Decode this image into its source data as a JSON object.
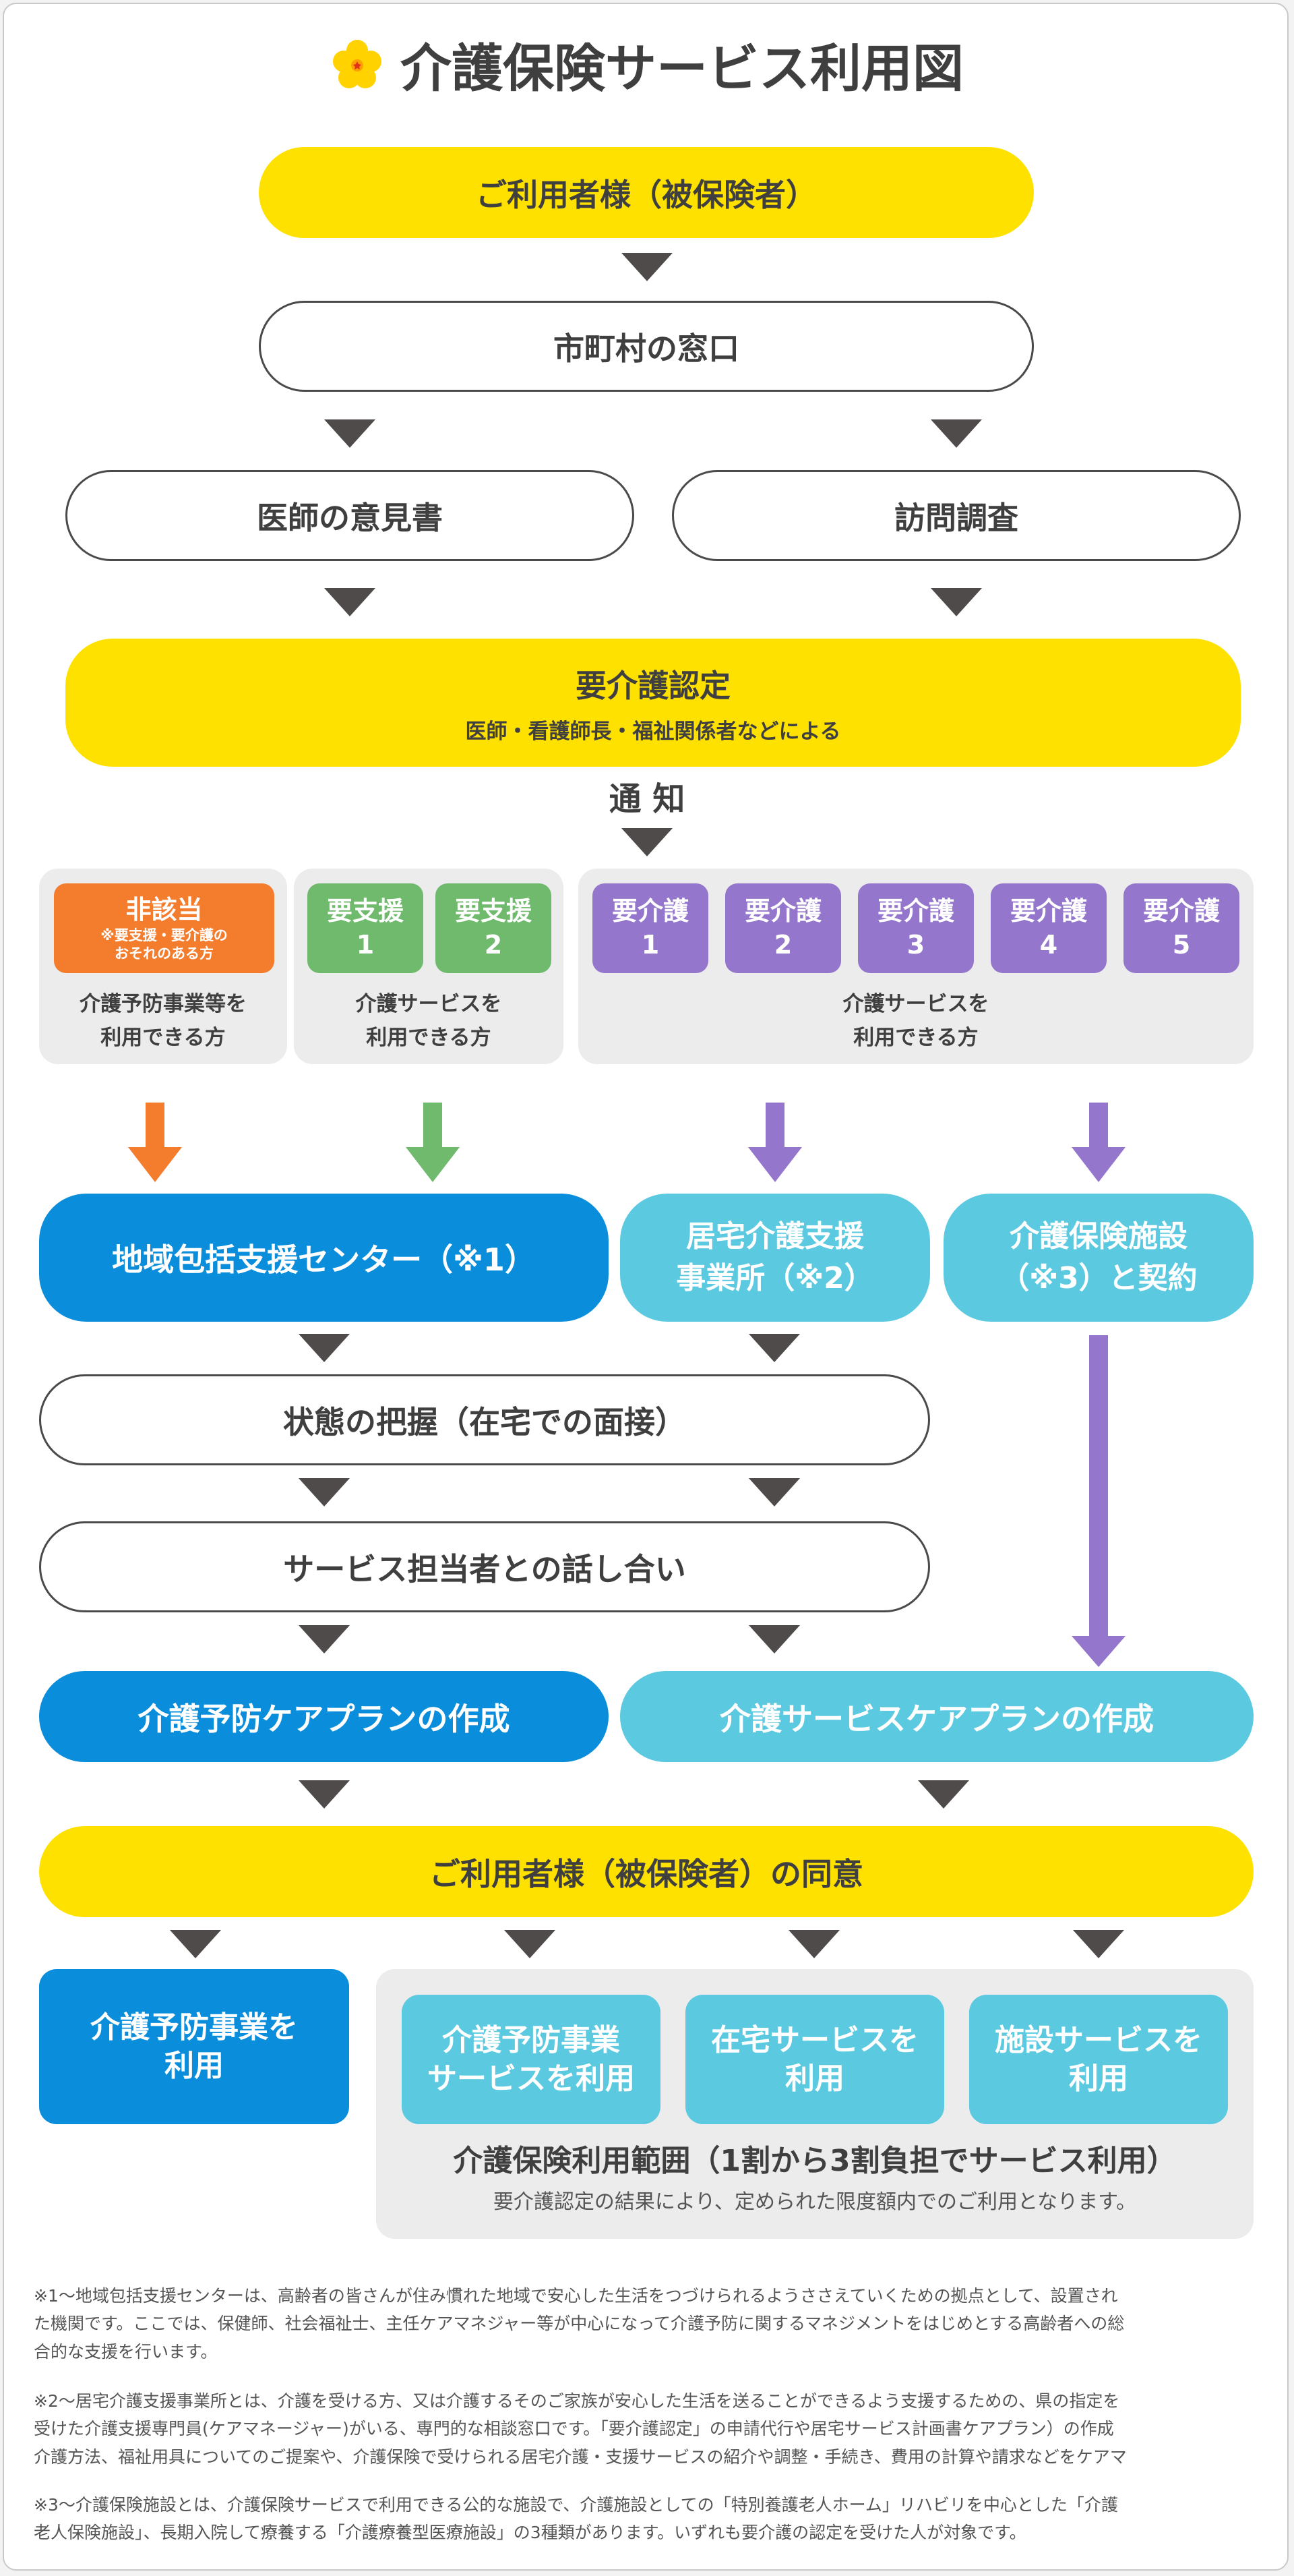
{
  "title": "介護保険サービス利用図",
  "colors": {
    "yellow": "#ffe100",
    "blue": "#0a8ddb",
    "cyan": "#5bc9df",
    "green": "#6fba6c",
    "purple": "#9477cd",
    "orange": "#f47c2d",
    "arrow": "#4e4b4a"
  },
  "flow": {
    "user": "ご利用者様（被保険者）",
    "municipality": "市町村の窓口",
    "doctor_opinion": "医師の意見書",
    "visit_survey": "訪問調査",
    "certification": "要介護認定",
    "certification_sub": "医師・看護師長・福祉関係者などによる",
    "notice": "通 知"
  },
  "levels": {
    "non_applicable": {
      "title": "非該当",
      "sub1": "※要支援・要介護の",
      "sub2": "おそれのある方",
      "desc1": "介護予防事業等を",
      "desc2": "利用できる方"
    },
    "support": {
      "items": [
        {
          "l1": "要支援",
          "l2": "1"
        },
        {
          "l1": "要支援",
          "l2": "2"
        }
      ],
      "desc1": "介護サービスを",
      "desc2": "利用できる方"
    },
    "care": {
      "items": [
        {
          "l1": "要介護",
          "l2": "1"
        },
        {
          "l1": "要介護",
          "l2": "2"
        },
        {
          "l1": "要介護",
          "l2": "3"
        },
        {
          "l1": "要介護",
          "l2": "4"
        },
        {
          "l1": "要介護",
          "l2": "5"
        }
      ],
      "desc1": "介護サービスを",
      "desc2": "利用できる方"
    }
  },
  "providers": {
    "center": "地域包括支援センター（※1）",
    "home_care_l1": "居宅介護支援",
    "home_care_l2": "事業所（※2）",
    "facility_l1": "介護保険施設",
    "facility_l2": "（※3）と契約"
  },
  "steps": {
    "assessment": "状態の把握（在宅での面接）",
    "meeting": "サービス担当者との話し合い",
    "prevention_plan": "介護予防ケアプランの作成",
    "care_plan": "介護サービスケアプランの作成",
    "consent": "ご利用者様（被保険者）の同意"
  },
  "usage": {
    "prevention_project_l1": "介護予防事業を",
    "prevention_project_l2": "利用",
    "prev_service_l1": "介護予防事業",
    "prev_service_l2": "サービスを利用",
    "home_service_l1": "在宅サービスを",
    "home_service_l2": "利用",
    "facility_service_l1": "施設サービスを",
    "facility_service_l2": "利用",
    "range_title": "介護保険利用範囲（1割から3割負担でサービス利用）",
    "range_sub": "要介護認定の結果により、定められた限度額内でのご利用となります。"
  },
  "notes": [
    {
      "l1": "※1〜地域包括支援センターは、高齢者の皆さんが住み慣れた地域で安心した生活をつづけられるようささえていくための拠点として、設置され",
      "l2": "た機関です。ここでは、保健師、社会福祉士、主任ケアマネジャー等が中心になって介護予防に関するマネジメントをはじめとする高齢者への総",
      "l3": "合的な支援を行います。"
    },
    {
      "l1": "※2〜居宅介護支援事業所とは、介護を受ける方、又は介護するそのご家族が安心した生活を送ることができるよう支援するための、県の指定を",
      "l2": "受けた介護支援専門員(ケアマネージャー)がいる、専門的な相談窓口です。「要介護認定」の申請代行や居宅サービス計画書ケアプラン）の作成",
      "l3": "介護方法、福祉用具についてのご提案や、介護保険で受けられる居宅介護・支援サービスの紹介や調整・手続き、費用の計算や請求などをケアマ"
    },
    {
      "l1": "※3〜介護保険施設とは、介護保険サービスで利用できる公的な施設で、介護施設としての「特別養護老人ホーム」リハビリを中心とした「介護",
      "l2": "老人保険施設」、長期入院して療養する「介護療養型医療施設」の3種類があります。いずれも要介護の認定を受けた人が対象です。",
      "l3": ""
    }
  ]
}
